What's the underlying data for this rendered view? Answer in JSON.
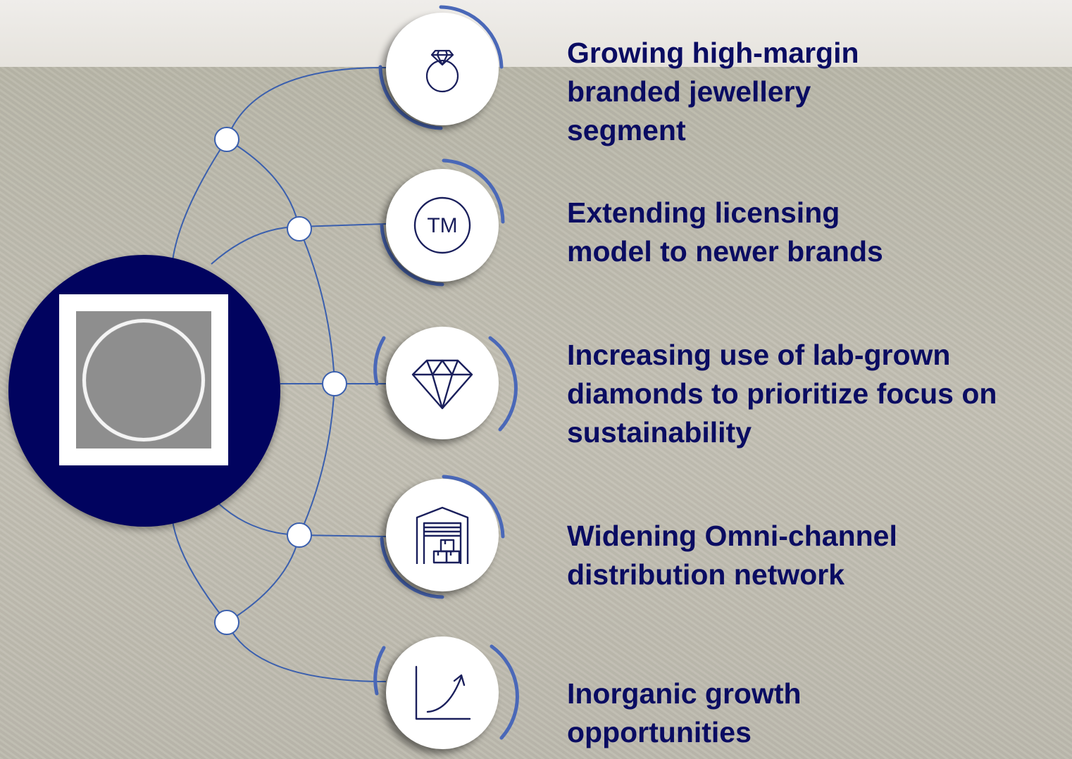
{
  "diagram": {
    "hub": {
      "icon": "ring-outline-icon",
      "color": "#01035f"
    },
    "items": [
      {
        "label": "Growing high-margin\nbranded jewellery\nsegment",
        "icon": "diamond-ring-icon"
      },
      {
        "label": "Extending licensing\nmodel to newer brands",
        "icon": "trademark-icon"
      },
      {
        "label": "Increasing use of lab-grown\ndiamonds to prioritize focus on\nsustainability",
        "icon": "diamond-icon"
      },
      {
        "label": "Widening Omni-channel\ndistribution network",
        "icon": "warehouse-icon"
      },
      {
        "label": "Inorganic growth\nopportunities",
        "icon": "growth-chart-icon"
      }
    ],
    "colors": {
      "text": "#0a0c62",
      "accent_arc": "#4a68b8",
      "connector": "#3a5fae"
    }
  }
}
